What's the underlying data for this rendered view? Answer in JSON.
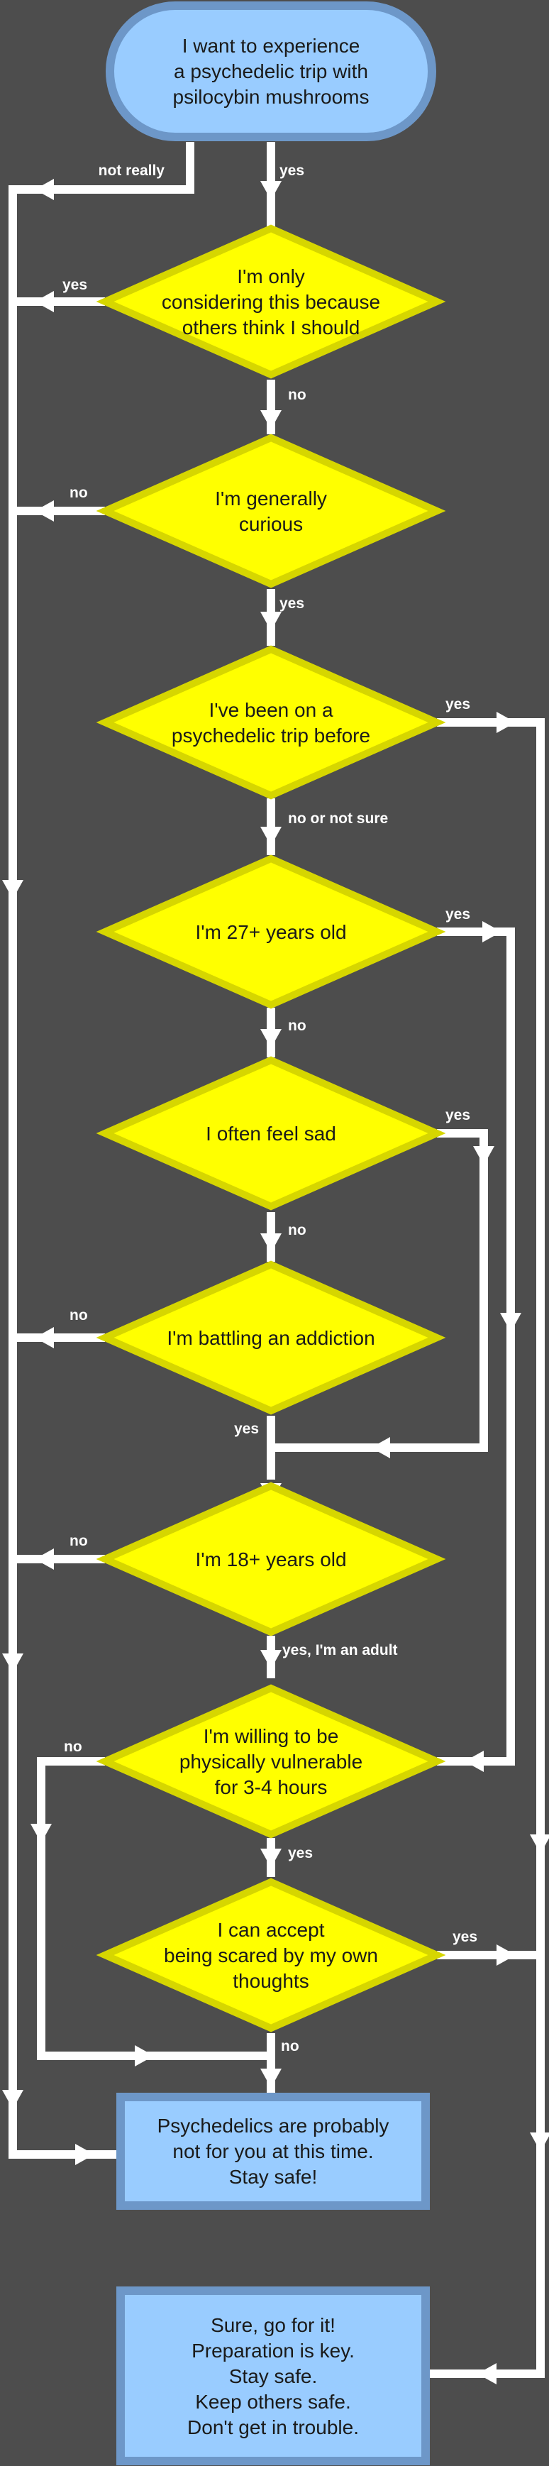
{
  "start": {
    "lines": [
      "I want to experience",
      "a psychedelic trip with",
      "psilocybin mushrooms"
    ]
  },
  "decisions": [
    {
      "lines": [
        "I'm only",
        "considering this because",
        "others think I should"
      ]
    },
    {
      "lines": [
        "I'm generally",
        "curious"
      ]
    },
    {
      "lines": [
        "I've been on a",
        "psychedelic trip before"
      ]
    },
    {
      "lines": [
        "I'm 27+ years old"
      ]
    },
    {
      "lines": [
        "I often feel sad"
      ]
    },
    {
      "lines": [
        "I'm battling an addiction"
      ]
    },
    {
      "lines": [
        "I'm 18+ years old"
      ]
    },
    {
      "lines": [
        "I'm willing to be",
        "physically vulnerable",
        "for 3-4 hours"
      ]
    },
    {
      "lines": [
        "I can accept",
        "being scared by my own",
        "thoughts"
      ]
    }
  ],
  "outcomes": {
    "not_for_you": {
      "lines": [
        "Psychedelics are probably",
        "not for you at this time.",
        "Stay safe!"
      ]
    },
    "go_for_it": {
      "lines": [
        "Sure, go for it!",
        "Preparation is key.",
        "Stay safe.",
        "Keep others safe.",
        "Don't get in trouble."
      ]
    }
  },
  "edge_labels": {
    "start_no": "not really",
    "start_yes": "yes",
    "d1_yes": "yes",
    "d1_no": "no",
    "d2_no": "no",
    "d2_yes": "yes",
    "d3_yes": "yes",
    "d3_no": "no or not sure",
    "d4_yes": "yes",
    "d4_no": "no",
    "d5_yes": "yes",
    "d5_no": "no",
    "d6_no": "no",
    "d6_yes": "yes",
    "d7_no": "no",
    "d7_yes": "yes, I'm an adult",
    "d8_no": "no",
    "d8_yes": "yes",
    "d9_yes": "yes",
    "d9_no": "no"
  },
  "colors": {
    "background": "#4d4d4d",
    "decision_fill": "#ffff00",
    "decision_stroke": "#d6d600",
    "box_fill": "#99ccff",
    "box_stroke": "#6d97c8",
    "connector": "#ffffff",
    "label": "#ffffff"
  }
}
